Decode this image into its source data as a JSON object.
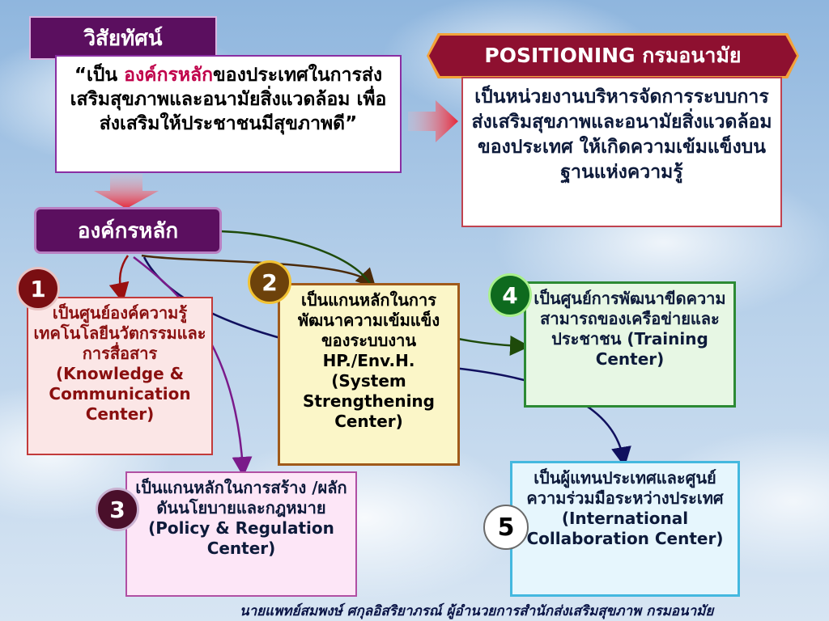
{
  "vision": {
    "tab": "วิสัยทัศน์",
    "text_open": "“เป็น ",
    "text_highlight": "องค์กรหลัก",
    "text_rest": "ของประเทศในการส่งเสริมสุขภาพและอนามัยสิ่งแวดล้อม เพื่อส่งเสริมให้ประชาชนมีสุขภาพดี”"
  },
  "positioning": {
    "tab": "POSITIONING กรมอนามัย",
    "text": "เป็นหน่วยงานบริหารจัดการระบบการส่งเสริมสุขภาพและอนามัยสิ่งแวดล้อมของประเทศ ให้เกิดความเข้มแข็งบนฐานแห่งความรู้"
  },
  "core": {
    "tab": "องค์กรหลัก"
  },
  "centers": [
    {
      "number": "1",
      "text": "เป็นศูนย์องค์ความรู้ เทคโนโลยีนวัตกรรมและการสื่อสาร (Knowledge & Communication Center)"
    },
    {
      "number": "2",
      "text": "เป็นแกนหลักในการพัฒนาความเข้มแข็งของระบบงาน HP./Env.H. (System Strengthening Center)"
    },
    {
      "number": "3",
      "text": "เป็นแกนหลักในการสร้าง /ผลักดันนโยบายและกฎหมาย (Policy & Regulation Center)"
    },
    {
      "number": "4",
      "text": "เป็นศูนย์การพัฒนาขีดความสามารถของเครือข่ายและประชาชน (Training Center)"
    },
    {
      "number": "5",
      "text": "เป็นผู้แทนประเทศและศูนย์ความร่วมมือระหว่างประเทศ (International Collaboration Center)"
    }
  ],
  "footer": "นายแพทย์สมพงษ์  ศกุลอิสริยาภรณ์ ผู้อำนวยการสำนักส่งเสริมสุขภาพ กรมอนามัย",
  "colors": {
    "tab_purple": "#5b0f5f",
    "arrow_red": "#e5283a",
    "link_red": "#9a1010",
    "link_green": "#1e4a0a",
    "link_navy": "#10105e",
    "link_purple": "#7a1a8a"
  }
}
